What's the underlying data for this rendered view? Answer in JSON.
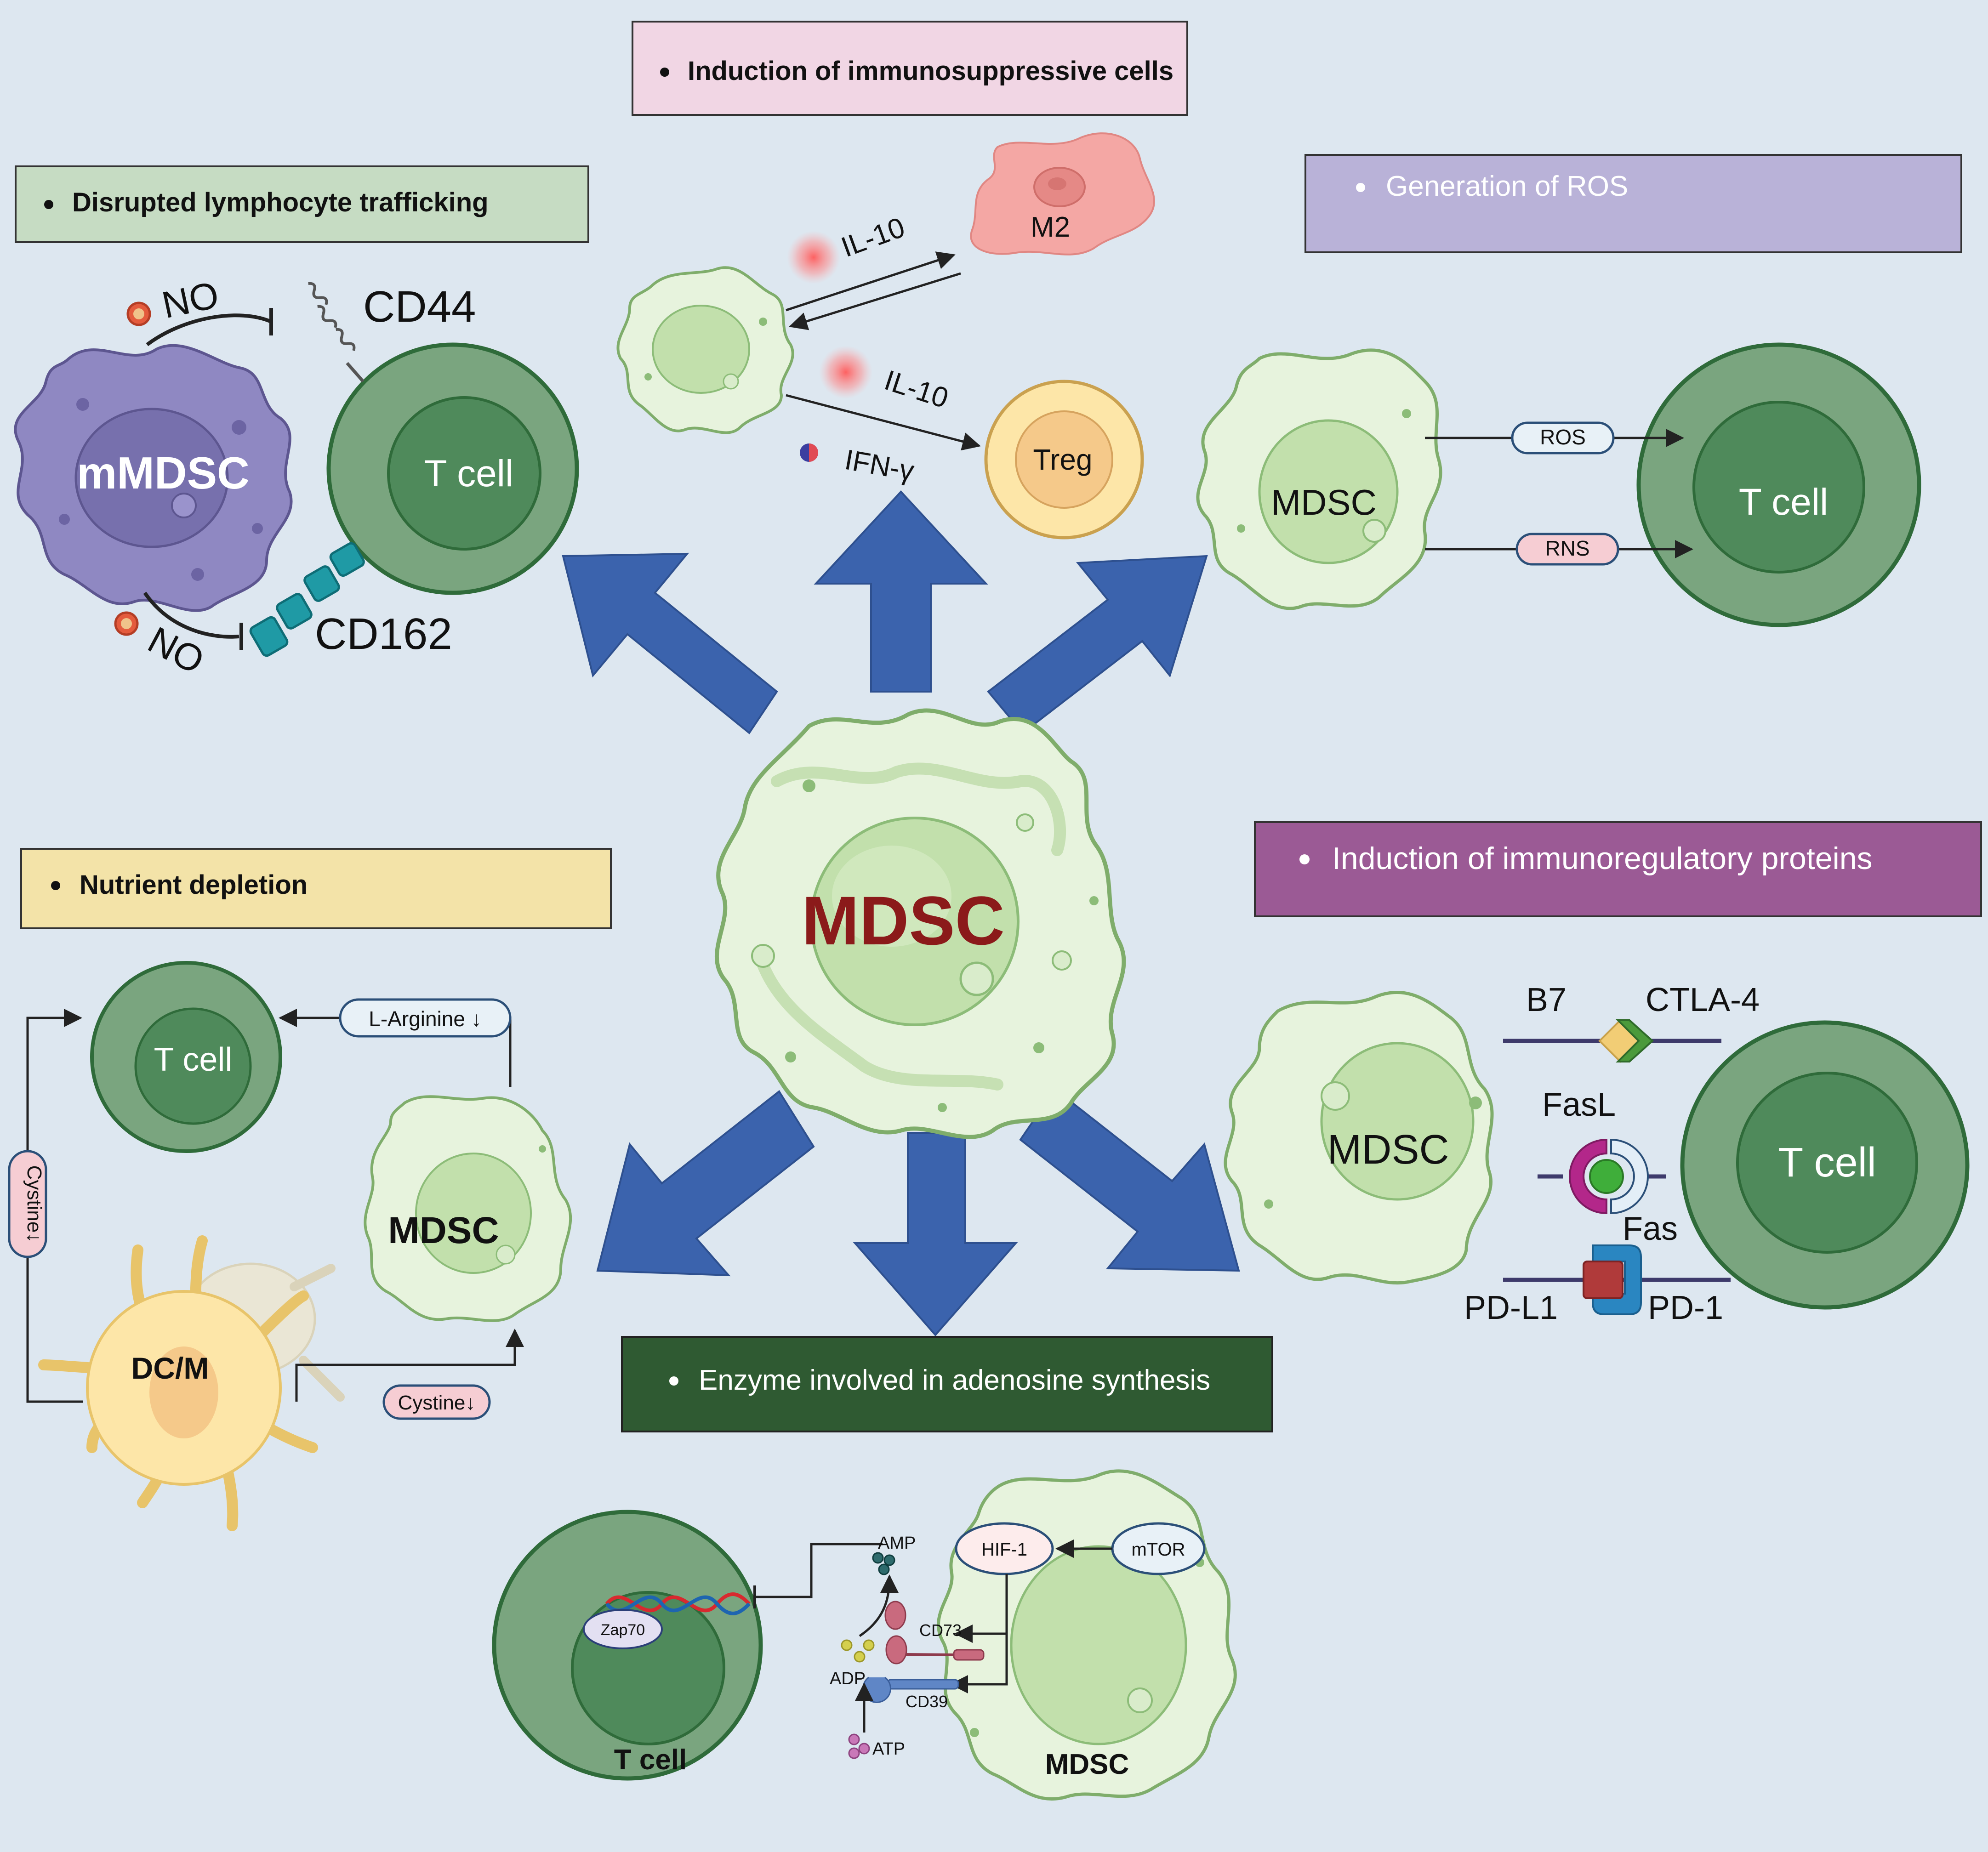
{
  "panels": {
    "trafficking": {
      "title": "Disrupted lymphocyte trafficking",
      "color": "#c6dcc3"
    },
    "immunosuppressive": {
      "title": "Induction of immunosuppressive cells",
      "color": "#f1d6e4"
    },
    "ros": {
      "title": "Generation of ROS",
      "color": "#b9b2d8"
    },
    "nutrient": {
      "title": "Nutrient depletion",
      "color": "#f3e3a8"
    },
    "regulatory": {
      "title": "Induction of immunoregulatory proteins",
      "color": "#9b5a95"
    },
    "adenosine": {
      "title": "Enzyme involved in adenosine synthesis",
      "color": "#2f5a32"
    }
  },
  "center": {
    "label": "MDSC",
    "color": "#8b1a1a"
  },
  "trafficking": {
    "cell": "mMDSC",
    "tcell": "T cell",
    "no_top": "NO",
    "no_bottom": "NO",
    "cd44": "CD44",
    "cd162": "CD162"
  },
  "immunosuppressive": {
    "il10_a": "IL-10",
    "il10_b": "IL-10",
    "ifn": "IFN-γ",
    "m2": "M2",
    "treg": "Treg"
  },
  "ros": {
    "mdsc": "MDSC",
    "tcell": "T cell",
    "ros": "ROS",
    "rns": "RNS"
  },
  "nutrient": {
    "tcell": "T cell",
    "mdsc": "MDSC",
    "dcm": "DC/M",
    "larginine": "L-Arginine ↓",
    "cystine_side": "Cystine↓",
    "cystine_bottom": "Cystine↓"
  },
  "regulatory": {
    "mdsc": "MDSC",
    "tcell": "T cell",
    "b7": "B7",
    "ctla4": "CTLA-4",
    "fasl": "FasL",
    "fas": "Fas",
    "pdl1": "PD-L1",
    "pd1": "PD-1"
  },
  "adenosine": {
    "tcell": "T cell",
    "mdsc": "MDSC",
    "zap70": "Zap70",
    "hif1": "HIF-1",
    "mtor": "mTOR",
    "amp": "AMP",
    "adp": "ADP",
    "atp": "ATP",
    "cd73": "CD73",
    "cd39": "CD39"
  },
  "colors": {
    "arrow": "#3b63ad",
    "mdsc_fill": "#e7f3dd",
    "mdsc_stroke": "#7fad6b",
    "tcell_outer": "#7aa57f",
    "tcell_inner": "#4f8a5b",
    "mmdsc": "#8f88c2"
  }
}
